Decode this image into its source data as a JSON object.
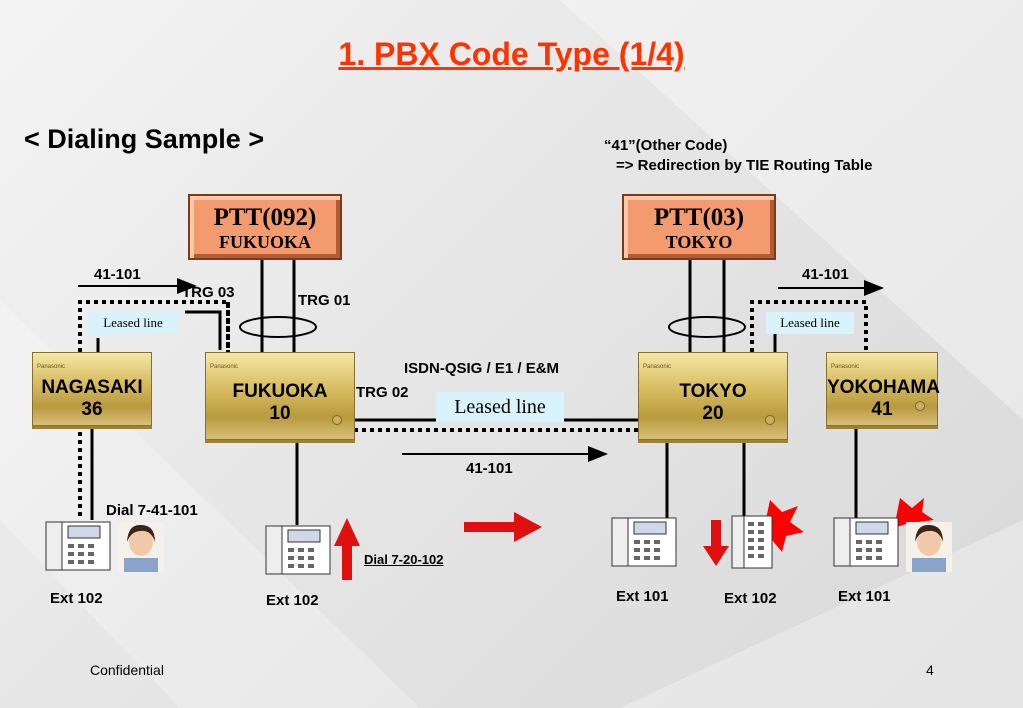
{
  "slide": {
    "title": "1. PBX Code Type (1/4)",
    "subtitle": "< Dialing Sample >",
    "note_line1": "“41”(Other Code)",
    "note_line2": "=>  Redirection by TIE Routing Table",
    "footer_left": "Confidential",
    "page_number": "4"
  },
  "ptt": {
    "fukuoka": {
      "code": "PTT(092)",
      "city": "FUKUOKA"
    },
    "tokyo": {
      "code": "PTT(03)",
      "city": "TOKYO"
    }
  },
  "pbx": {
    "nagasaki": {
      "name": "NAGASAKI",
      "code": "36",
      "brand": "Panasonic"
    },
    "fukuoka": {
      "name": "FUKUOKA",
      "code": "10",
      "brand": "Panasonic"
    },
    "tokyo": {
      "name": "TOKYO",
      "code": "20",
      "brand": "Panasonic"
    },
    "yokohama": {
      "name": "YOKOHAMA",
      "code": "41",
      "brand": "Panasonic"
    }
  },
  "labels": {
    "route_left": "41-101",
    "route_right": "41-101",
    "route_middle": "41-101",
    "trg03": "TRG 03",
    "trg01": "TRG 01",
    "trg02": "TRG 02",
    "leased_left": "Leased line",
    "leased_right": "Leased line",
    "leased_center": "Leased line",
    "isdn": "ISDN-QSIG / E1 / E&M",
    "dial_nagasaki": "Dial 7-41-101",
    "dial_fukuoka": "Dial 7-20-102"
  },
  "extensions": {
    "nagasaki": "Ext 102",
    "fukuoka": "Ext 102",
    "tokyo_101": "Ext 101",
    "tokyo_102": "Ext 102",
    "yokohama": "Ext 101"
  }
}
